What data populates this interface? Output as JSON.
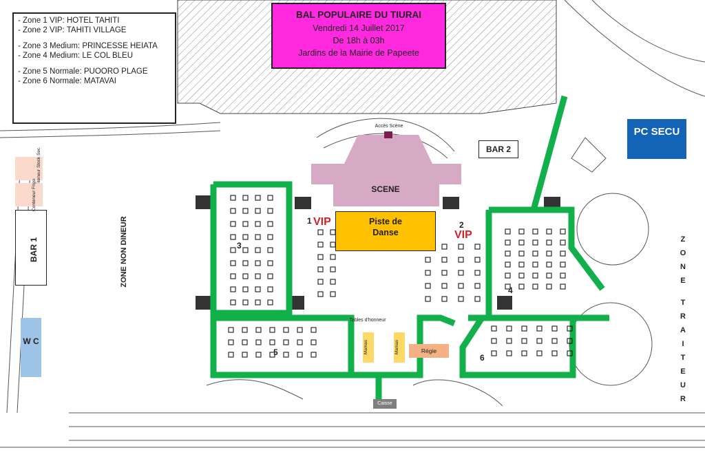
{
  "legend": {
    "zones": [
      "- Zone 1 VIP: HOTEL TAHITI",
      "- Zone 2 VIP: TAHITI VILLAGE",
      "- Zone 3 Medium: PRINCESSE HEIATA",
      "- Zone 4 Medium: LE COL BLEU",
      "- Zone 5 Normale: PUOORO PLAGE",
      "- Zone 6 Normale: MATAVAI"
    ]
  },
  "title": {
    "name": "BAL POPULAIRE DU TIURAI",
    "date": "Vendredi 14 Juillet 2017",
    "hours": "De 18h à 03h",
    "place": "Jardins de la Mairie de Papeete"
  },
  "places": {
    "pc_secu": "PC SECU",
    "bar1": "BAR 1",
    "bar2": "BAR 2",
    "wc": "W C",
    "scene": "SCENE",
    "acces_scene": "Accès Scène",
    "piste": "Piste de Danse",
    "zone_non_dineur": "ZONE NON DINEUR",
    "zone_traiteur": [
      "Z",
      "O",
      "N",
      "E",
      "",
      "T",
      "R",
      "A",
      "I",
      "T",
      "E",
      "U",
      "R"
    ],
    "conteneur_stock": "Conteneur Stock Sec",
    "conteneur_frigo": "Conteneur Frigo",
    "tables_honneur": "Tables d'honneur",
    "mamas_1": "Mamas",
    "mamas_2": "Mamas",
    "regie": "Régie",
    "caisse": "Caisse"
  },
  "zones": {
    "z1": {
      "num": "1",
      "vip": "VIP"
    },
    "z2": {
      "num": "2",
      "vip": "VIP"
    },
    "z3": {
      "num": "3"
    },
    "z4": {
      "num": "4"
    },
    "z5": {
      "num": "5"
    },
    "z6": {
      "num": "6"
    }
  },
  "colors": {
    "path_green": "#12b04a",
    "title_bg": "#ff29e0",
    "pc_bg": "#1363b6",
    "scene_bg": "#d6a9c4",
    "piste_bg": "#ffc000",
    "vip_red": "#d0202a",
    "wc_bg": "#9dc3e6"
  }
}
